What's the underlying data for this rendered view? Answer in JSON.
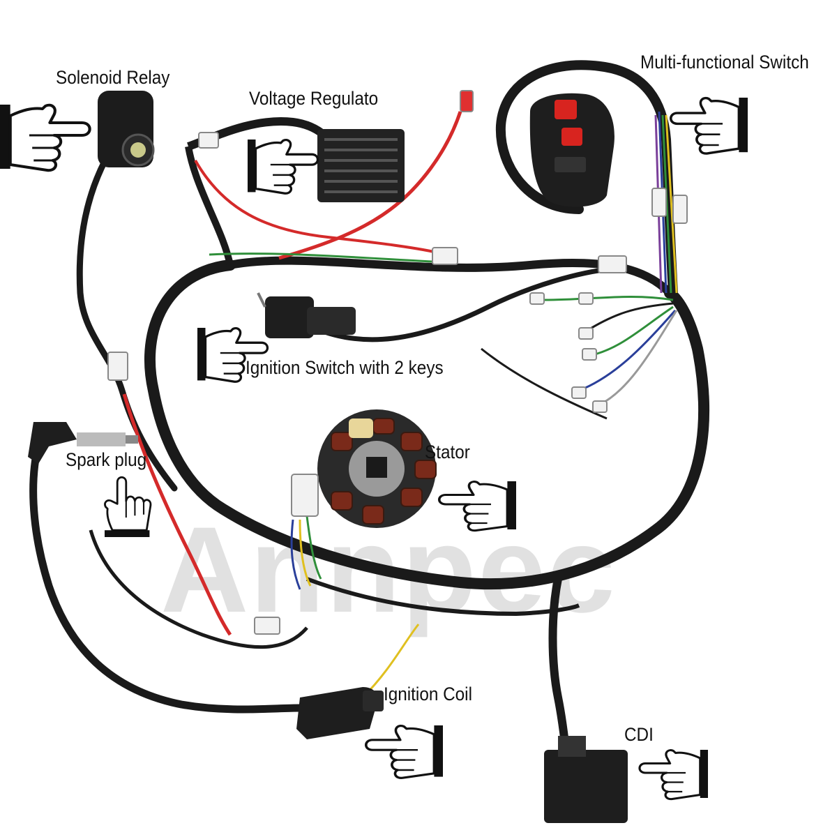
{
  "watermark": "Annpec",
  "labels": {
    "solenoid_relay": "Solenoid Relay",
    "voltage_regulator": "Voltage Regulato",
    "multi_functional_switch": "Multi-functional Switch",
    "ignition_switch": "Ignition Switch with 2 keys",
    "spark_plug": "Spark plug",
    "stator": "Stator",
    "ignition_coil": "Ignition Coil",
    "cdi": "CDI"
  },
  "icons": {
    "pointer": "pointing-hand-icon"
  },
  "colors": {
    "harness": "#1a1a1a",
    "red_wire": "#d42a2a",
    "green_wire": "#2f8f3a",
    "blue_wire": "#2a3f9a",
    "yellow_wire": "#e0c020",
    "purple_wire": "#7a3f9a",
    "connector": "#f2f2f2",
    "red_button": "#d8241f",
    "stator_coil": "#7a2a1a"
  }
}
